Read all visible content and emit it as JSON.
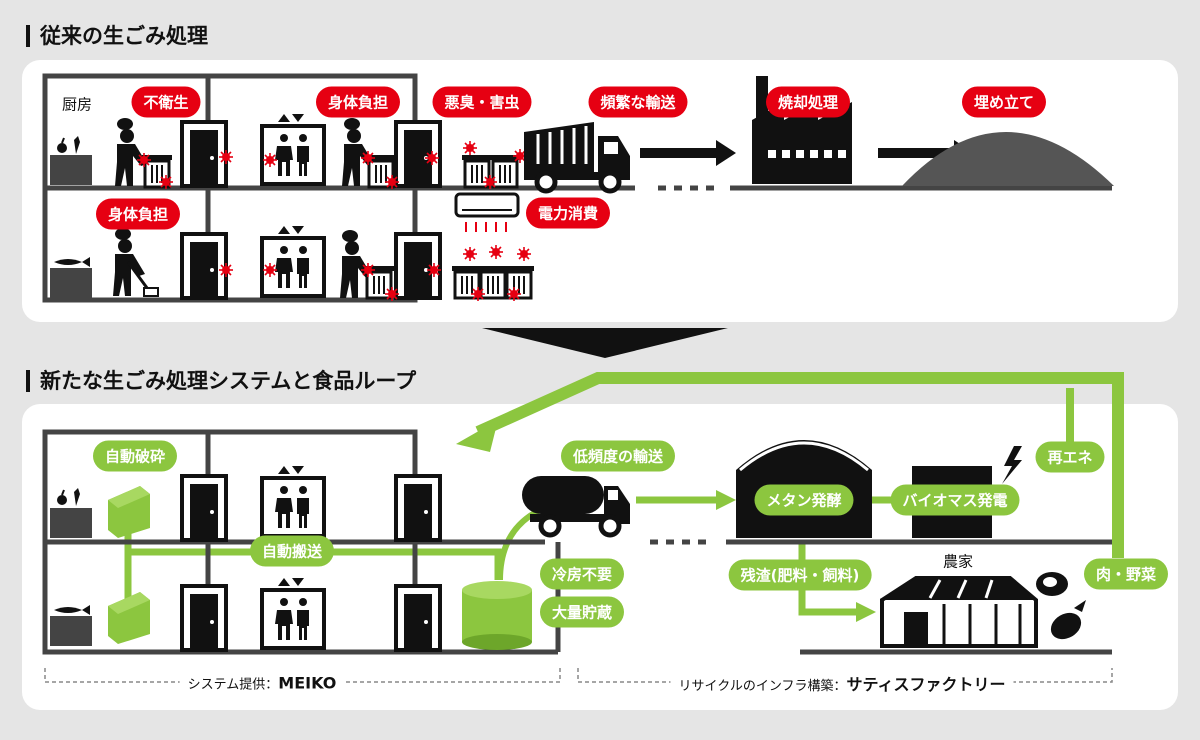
{
  "sections": {
    "traditional_title": "従来の生ごみ処理",
    "new_title": "新たな生ごみ処理システムと食品ループ"
  },
  "traditional": {
    "kitchen": "厨房",
    "unsanitary": "不衛生",
    "physical_burden_1": "身体負担",
    "odor_pests": "悪臭・害虫",
    "frequent_transport": "頻繁な輸送",
    "incineration": "焼却処理",
    "landfill": "埋め立て",
    "physical_burden_2": "身体負担",
    "power_consumption": "電力消費"
  },
  "new_system": {
    "auto_crush": "自動破砕",
    "auto_transport": "自動搬送",
    "low_freq_transport": "低頻度の輸送",
    "methane_fermentation": "メタン発酵",
    "biomass_power": "バイオマス発電",
    "renewable_energy": "再エネ",
    "no_cooling": "冷房不要",
    "large_storage": "大量貯蔵",
    "residue": "残渣(肥料・飼料)",
    "farm": "農家",
    "meat_vegetables": "肉・野菜"
  },
  "footer": {
    "system_label": "システム提供：",
    "system_company": "MEIKO",
    "infra_label": "リサイクルのインフラ構築：",
    "infra_company": "サティスファクトリー"
  },
  "colors": {
    "red": "#e60012",
    "green": "#8cc63f",
    "dark": "#111111",
    "panel": "#ffffff",
    "background": "#e5e5e5"
  }
}
